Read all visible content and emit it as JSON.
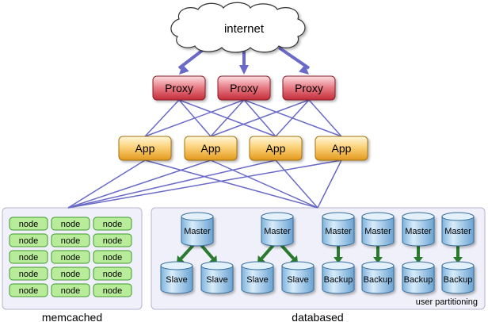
{
  "internet": {
    "label": "internet"
  },
  "proxies": [
    {
      "label": "Proxy"
    },
    {
      "label": "Proxy"
    },
    {
      "label": "Proxy"
    }
  ],
  "apps": [
    {
      "label": "App"
    },
    {
      "label": "App"
    },
    {
      "label": "App"
    },
    {
      "label": "App"
    }
  ],
  "memcached": {
    "caption": "memcached",
    "rows": 5,
    "cols": 3,
    "node_label": "node"
  },
  "databased": {
    "caption": "databased",
    "note": "user partitioning",
    "groups": [
      {
        "type": "master-slave",
        "master": "Master",
        "slaves": [
          "Slave",
          "Slave"
        ]
      },
      {
        "type": "master-slave",
        "master": "Master",
        "slaves": [
          "Slave",
          "Slave"
        ]
      },
      {
        "type": "master-backup",
        "master": "Master",
        "backup": "Backup"
      },
      {
        "type": "master-backup",
        "master": "Master",
        "backup": "Backup"
      },
      {
        "type": "master-backup",
        "master": "Master",
        "backup": "Backup"
      },
      {
        "type": "master-backup",
        "master": "Master",
        "backup": "Backup"
      }
    ]
  },
  "colors": {
    "link": "#6a6ac8",
    "proxy_top": "#f7c4c8",
    "proxy_bottom": "#cc3845",
    "proxy_stroke": "#8a1c25",
    "app_top": "#fff0c0",
    "app_bottom": "#eba628",
    "app_stroke": "#a87310",
    "node_fill": "#b9ec9a",
    "node_stroke": "#3f9a2c",
    "cyl_light": "#cfe6f6",
    "cyl_dark": "#7fb3dc",
    "cyl_stroke": "#3a6f9c",
    "arrow": "#2a7a2e",
    "panel_fill": "#f0f0fa",
    "panel_stroke": "#b4b4cc"
  }
}
